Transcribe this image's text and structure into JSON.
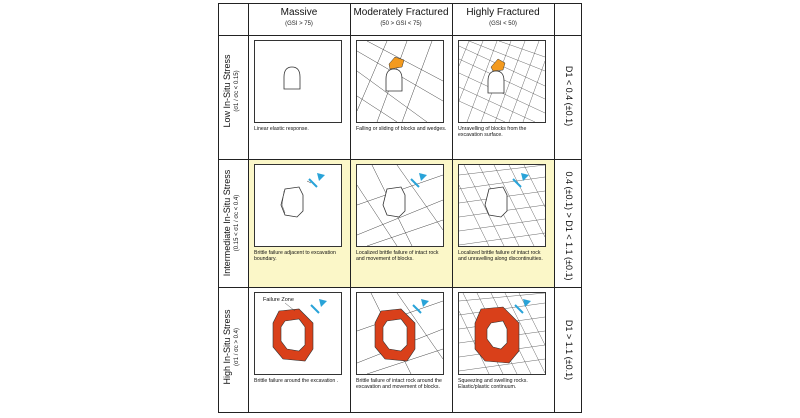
{
  "columns": [
    {
      "title": "Massive",
      "subtitle": "(GSI  > 75)"
    },
    {
      "title": "Moderately Fractured",
      "subtitle": "(50 > GSI <   75)"
    },
    {
      "title": "Highly Fractured",
      "subtitle": "(GSI  < 50)"
    }
  ],
  "rows": [
    {
      "title": "Low In-Situ Stress",
      "subtitle": "(σ1 / σc < 0.15)",
      "right_label": "D1 < 0.4 (±0.1)"
    },
    {
      "title": "Intermediate In-Situ Stress",
      "subtitle": "(0.15 < σ1 / σc < 0.4)",
      "right_label": "0.4 (±0.1) > D1 < 1.1 (±0.1)"
    },
    {
      "title": "High In-Situ Stress",
      "subtitle": "(σ1 / σc > 0.4)",
      "right_label": "D1 > 1.1 (±0.1)"
    }
  ],
  "captions": [
    [
      "Linear elastic response.",
      "Falling or sliding of blocks and wedges.",
      "Unravelling of blocks from the excavation surface."
    ],
    [
      "Brittle failure adjacent to excavation boundary.",
      "Localized brittle failure of intact rock and movement of blocks.",
      "Localized brittle failure of intact rock and unravelling along discontinuities."
    ],
    [
      "Brittle failure around the excavation .",
      "Brittle failure of intact rock around the excavation and movement of blocks.",
      "Squeezing and swelling rocks. Elastic/plastic continuum."
    ]
  ],
  "annotations": {
    "failure_zone": "Failure Zone"
  },
  "colors": {
    "orange": "#f39a1e",
    "red": "#d9401a",
    "yellow": "#fbf7c8",
    "blue": "#29a3d8"
  }
}
